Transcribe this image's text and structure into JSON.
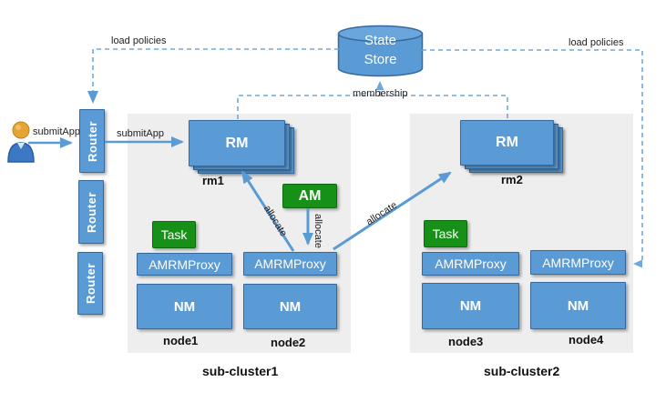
{
  "colors": {
    "box_blue": "#5b9bd5",
    "box_blue_border": "#35699f",
    "green": "#169016",
    "dashed_blue": "#6fa8dc",
    "arrow_blue": "#5b9bd5",
    "cluster_bg": "#eeeeee"
  },
  "actor": {
    "label": "submitApp"
  },
  "routers": {
    "labels": [
      "Router",
      "Router",
      "Router"
    ]
  },
  "state_store": {
    "line1": "State",
    "line2": "Store"
  },
  "edges": {
    "load_policies_left": "load policies",
    "load_policies_right": "load policies",
    "membership": "membership",
    "submit_app_router": "submitApp",
    "allocate_to_rm1": "allocate",
    "allocate_am": "allocate",
    "allocate_to_rm2": "allocate"
  },
  "clusters": [
    {
      "name": "sub-cluster1",
      "rm_label": "RM",
      "rm_id": "rm1",
      "nodes": [
        {
          "id": "node1",
          "task": "Task",
          "proxy": "AMRMProxy",
          "nm": "NM"
        },
        {
          "id": "node2",
          "am": "AM",
          "proxy": "AMRMProxy",
          "nm": "NM"
        }
      ]
    },
    {
      "name": "sub-cluster2",
      "rm_label": "RM",
      "rm_id": "rm2",
      "nodes": [
        {
          "id": "node3",
          "task": "Task",
          "proxy": "AMRMProxy",
          "nm": "NM"
        },
        {
          "id": "node4",
          "proxy": "AMRMProxy",
          "nm": "NM"
        }
      ]
    }
  ]
}
